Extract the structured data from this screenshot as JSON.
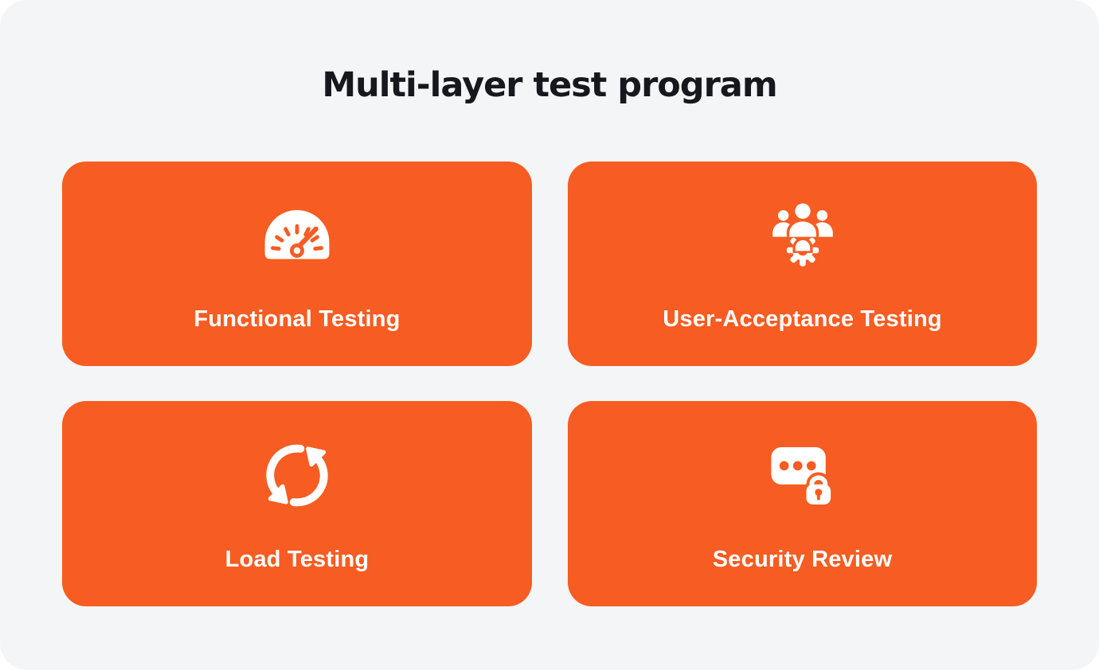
{
  "title": "Multi-layer test program",
  "colors": {
    "page_background": "#FFFFFF",
    "canvas_background": "#F4F5F7",
    "title_text": "#17181D",
    "card_background": "#F75C22",
    "card_label_text": "#FFFFFF",
    "icon_foreground": "#FFFFFF"
  },
  "cards": [
    {
      "label": "Functional Testing",
      "icon": "speedometer-gauge-icon"
    },
    {
      "label": "User-Acceptance Testing",
      "icon": "users-gear-icon"
    },
    {
      "label": "Load Testing",
      "icon": "sync-arrows-icon"
    },
    {
      "label": "Security Review",
      "icon": "password-field-lock-icon"
    }
  ]
}
